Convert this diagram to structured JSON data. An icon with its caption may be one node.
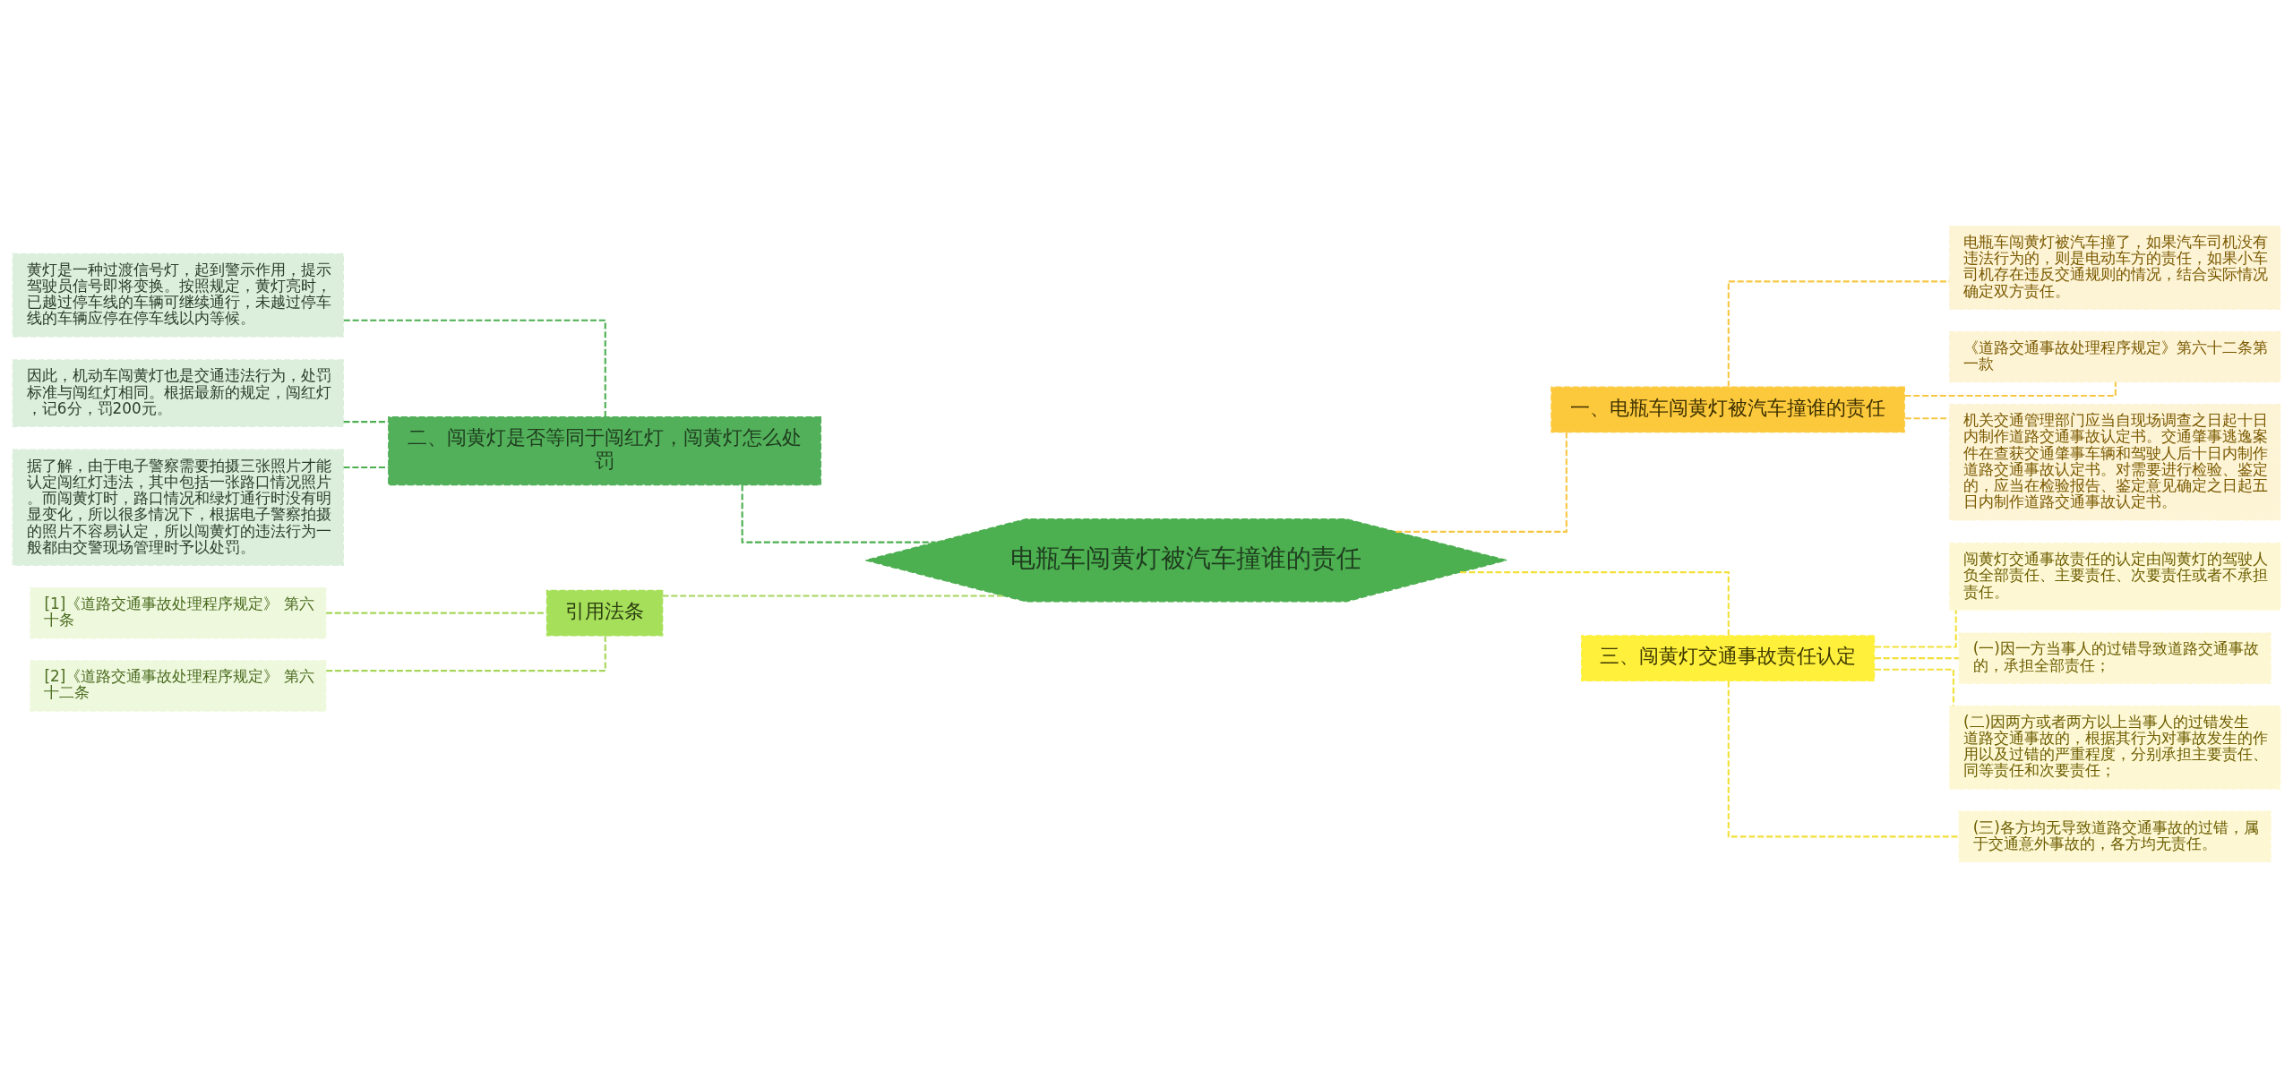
{
  "diagram": {
    "nodes": [
      {
        "text": [
          "电瓶车闯黄灯被汽车撞谁的责任"
        ]
      },
      {
        "text": [
          "一、电瓶车闯黄灯被汽车撞谁的责任"
        ]
      },
      {
        "text": [
          "电瓶车闯黄灯被汽车撞了，如果汽车司机没有违法行为的，则是电动车方的责任，如果小车司机存在违反交通规则的情况，结合实际情况确定双方责任。"
        ]
      },
      {
        "text": [
          "《道路交通事故处理程序规定》第六十二条第一款"
        ]
      },
      {
        "text": [
          "机关交通管理部门应当自现场调查之日起十日内制作道路交通事故认定书。交通肇事逃逸案件在查获交通肇事车辆和驾驶人后十日内制作道路交通事故认定书。对需要进行检验、鉴定的，应当在检验报告、鉴定意见确定之日起五日内制作道路交通事故认定书。"
        ]
      },
      {
        "text": [
          "三、闯黄灯交通事故责任认定"
        ]
      },
      {
        "text": [
          "闯黄灯交通事故责任的认定由闯黄灯的驾驶人负全部责任、主要责任、次要责任或者不承担责任。"
        ]
      },
      {
        "text": [
          "(一)因一方当事人的过错导致道路交通事故的，承担全部责任；"
        ]
      },
      {
        "text": [
          "(二)因两方或者两方以上当事人的过错发生道路交通事故的，根据其行为对事故发生的作用以及过错的严重程度，分别承担主要责任、同等责任和次要责任；"
        ]
      },
      {
        "text": [
          "(三)各方均无导致道路交通事故的过错，属于交通意外事故的，各方均无责任。"
        ]
      },
      {
        "text": [
          "二、闯黄灯是否等同于闯红灯，闯黄灯怎么处罚"
        ]
      },
      {
        "text": [
          "黄灯是一种过渡信号灯，起到警示作用，提示驾驶员信号即将变换。按照规定，黄灯亮时，已越过停车线的车辆可继续通行，未越过停车线的车辆应停在停车线以内等候。"
        ]
      },
      {
        "text": [
          "因此，机动车闯黄灯也是交通违法行为，处罚标准与闯红灯相同。根据最新的规定，闯红灯，记6分，罚200元。"
        ]
      },
      {
        "text": [
          "据了解，由于电子警察需要拍摄三张照片才能认定闯红灯违法，其中包括一张路口情况照片。而闯黄灯时，路口情况和绿灯通行时没有明显变化，所以很多情况下，根据电子警察拍摄的照片不容易认定，所以闯黄灯的违法行为一般都由交警现场管理时予以处罚。"
        ]
      },
      {
        "text": [
          "引用法条"
        ]
      },
      {
        "text": [
          "[1]《道路交通事故处理程序规定》 第六十条"
        ]
      },
      {
        "text": [
          "[2]《道路交通事故处理程序规定》 第六十二条"
        ]
      }
    ],
    "edges": [
      {
        "from": 0,
        "to": 1,
        "arrow": "none",
        "style": "dashed",
        "color": "#f7c744"
      },
      {
        "from": 1,
        "to": 2,
        "arrow": "none",
        "style": "dashed",
        "color": "#f7c744"
      },
      {
        "from": 1,
        "to": 3,
        "arrow": "none",
        "style": "dashed",
        "color": "#f7c744"
      },
      {
        "from": 1,
        "to": 4,
        "arrow": "none",
        "style": "dashed",
        "color": "#f7c744"
      },
      {
        "from": 0,
        "to": 5,
        "arrow": "none",
        "style": "dashed",
        "color": "#f2e03a"
      },
      {
        "from": 5,
        "to": 6,
        "arrow": "none",
        "style": "dashed",
        "color": "#f2e03a"
      },
      {
        "from": 5,
        "to": 7,
        "arrow": "none",
        "style": "dashed",
        "color": "#f2e03a"
      },
      {
        "from": 5,
        "to": 8,
        "arrow": "none",
        "style": "dashed",
        "color": "#f2e03a"
      },
      {
        "from": 5,
        "to": 9,
        "arrow": "none",
        "style": "dashed",
        "color": "#f2e03a"
      },
      {
        "from": 0,
        "to": 10,
        "arrow": "none",
        "style": "dashed",
        "color": "#4caf50"
      },
      {
        "from": 10,
        "to": 11,
        "arrow": "none",
        "style": "dashed",
        "color": "#4caf50"
      },
      {
        "from": 10,
        "to": 12,
        "arrow": "none",
        "style": "dashed",
        "color": "#4caf50"
      },
      {
        "from": 10,
        "to": 13,
        "arrow": "none",
        "style": "dashed",
        "color": "#4caf50"
      },
      {
        "from": 0,
        "to": 14,
        "arrow": "none",
        "style": "dashed",
        "color": "#a6d65a"
      },
      {
        "from": 14,
        "to": 15,
        "arrow": "none",
        "style": "dashed",
        "color": "#a6d65a"
      },
      {
        "from": 14,
        "to": 16,
        "arrow": "none",
        "style": "dashed",
        "color": "#a6d65a"
      }
    ]
  }
}
